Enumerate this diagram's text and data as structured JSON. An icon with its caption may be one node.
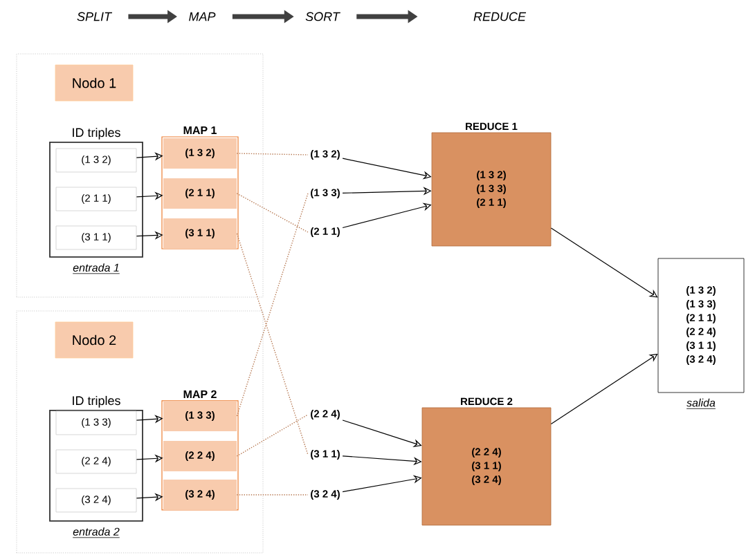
{
  "diagram": {
    "nodes": [
      {
        "text": [
          "SPLIT"
        ]
      },
      {
        "text": [
          "MAP"
        ]
      },
      {
        "text": [
          "SORT"
        ]
      },
      {
        "text": [
          "REDUCE"
        ]
      },
      {
        "text": [],
        "shape": "box"
      },
      {
        "text": [
          "Nodo 1"
        ],
        "in": 4
      },
      {
        "text": [
          "ID triples"
        ],
        "beside": [
          "entrada 1"
        ],
        "in": 4
      },
      {
        "text": [
          "(1 3 2)"
        ],
        "in": 6
      },
      {
        "text": [
          "(2 1 1)"
        ],
        "in": 6
      },
      {
        "text": [
          "(3 1 1)"
        ],
        "in": 6
      },
      {
        "text": [
          "MAP 1"
        ],
        "in": 4
      },
      {
        "text": [
          "(1 3 2)"
        ],
        "in": 10
      },
      {
        "text": [
          "(2 1 1)"
        ],
        "in": 10
      },
      {
        "text": [
          "(3 1 1)"
        ],
        "in": 10
      },
      {
        "text": [],
        "shape": "box"
      },
      {
        "text": [
          "Nodo 2"
        ],
        "in": 14
      },
      {
        "text": [
          "ID triples"
        ],
        "beside": [
          "entrada 2"
        ],
        "in": 14
      },
      {
        "text": [
          "(1 3 3)"
        ],
        "in": 16
      },
      {
        "text": [
          "(2 2 4)"
        ],
        "in": 16
      },
      {
        "text": [
          "(3 2 4)"
        ],
        "in": 16
      },
      {
        "text": [
          "MAP 2"
        ],
        "in": 14
      },
      {
        "text": [
          "(1 3 3)"
        ],
        "in": 20
      },
      {
        "text": [
          "(2 2 4)"
        ],
        "in": 20
      },
      {
        "text": [
          "(3 2 4)"
        ],
        "in": 20
      },
      {
        "text": [
          "(1 3 2)"
        ]
      },
      {
        "text": [
          "(1 3 3)"
        ]
      },
      {
        "text": [
          "(2 1 1)"
        ]
      },
      {
        "text": [
          "(2 2 4)"
        ]
      },
      {
        "text": [
          "(3 1 1)"
        ]
      },
      {
        "text": [
          "(3 2 4)"
        ]
      },
      {
        "text": [
          "REDUCE 1",
          "(1 3 2)",
          "(1 3 3)",
          "(2 1 1)"
        ]
      },
      {
        "text": [
          "REDUCE 2",
          "(2 2 4)",
          "(3 1 1)",
          "(3 2 4)"
        ]
      },
      {
        "text": [
          "(1 3 2)",
          "(1 3 3)",
          "(2 1 1)",
          "(2 2 4)",
          "(3 1 1)",
          "(3 2 4)"
        ],
        "beside": [
          "salida"
        ]
      }
    ],
    "edges": [
      {
        "from": 0,
        "to": 1,
        "arrow": "to",
        "style": "thick",
        "color": "#404040"
      },
      {
        "from": 1,
        "to": 2,
        "arrow": "to",
        "style": "thick",
        "color": "#404040"
      },
      {
        "from": 2,
        "to": 3,
        "arrow": "to",
        "style": "thick",
        "color": "#404040"
      },
      {
        "from": 7,
        "to": 11,
        "arrow": "to"
      },
      {
        "from": 8,
        "to": 12,
        "arrow": "to"
      },
      {
        "from": 9,
        "to": 13,
        "arrow": "to"
      },
      {
        "from": 17,
        "to": 21,
        "arrow": "to"
      },
      {
        "from": 18,
        "to": 22,
        "arrow": "to"
      },
      {
        "from": 19,
        "to": 23,
        "arrow": "to"
      },
      {
        "from": 11,
        "to": 24,
        "arrow": "none",
        "style": "dashed",
        "color": "#b5764f"
      },
      {
        "from": 12,
        "to": 26,
        "arrow": "none",
        "style": "dashed",
        "color": "#b5764f"
      },
      {
        "from": 13,
        "to": 28,
        "arrow": "none",
        "style": "dashed",
        "color": "#b5764f"
      },
      {
        "from": 21,
        "to": 25,
        "arrow": "none",
        "style": "dashed",
        "color": "#b5764f"
      },
      {
        "from": 22,
        "to": 27,
        "arrow": "none",
        "style": "dashed",
        "color": "#b5764f"
      },
      {
        "from": 23,
        "to": 29,
        "arrow": "none",
        "style": "dashed",
        "color": "#b5764f"
      },
      {
        "from": 24,
        "to": 30,
        "arrow": "to"
      },
      {
        "from": 25,
        "to": 30,
        "arrow": "to"
      },
      {
        "from": 26,
        "to": 30,
        "arrow": "to"
      },
      {
        "from": 27,
        "to": 31,
        "arrow": "to"
      },
      {
        "from": 28,
        "to": 31,
        "arrow": "to"
      },
      {
        "from": 29,
        "to": 31,
        "arrow": "to"
      },
      {
        "from": 30,
        "to": 32,
        "arrow": "to"
      },
      {
        "from": 31,
        "to": 32,
        "arrow": "to"
      }
    ]
  }
}
